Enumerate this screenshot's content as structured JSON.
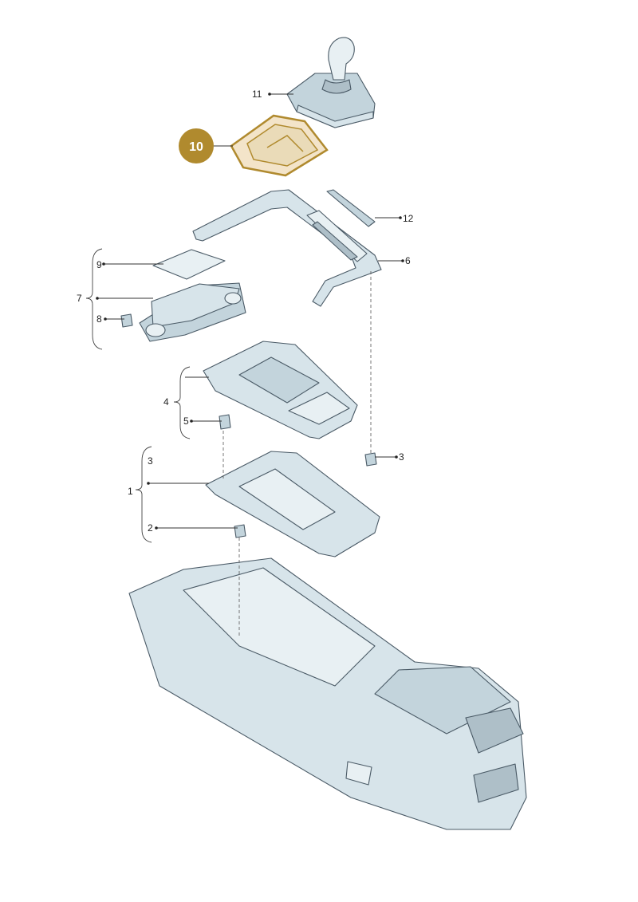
{
  "callouts": {
    "c1": "1",
    "c2": "2",
    "c3a": "3",
    "c3b": "3",
    "c4": "4",
    "c5": "5",
    "c6": "6",
    "c7": "7",
    "c8": "8",
    "c9": "9",
    "c10": "10",
    "c11": "11",
    "c12": "12"
  },
  "colors": {
    "highlight": "#b08a2e",
    "part_fill": "#d7e4ea",
    "outline": "#4a5a66"
  }
}
